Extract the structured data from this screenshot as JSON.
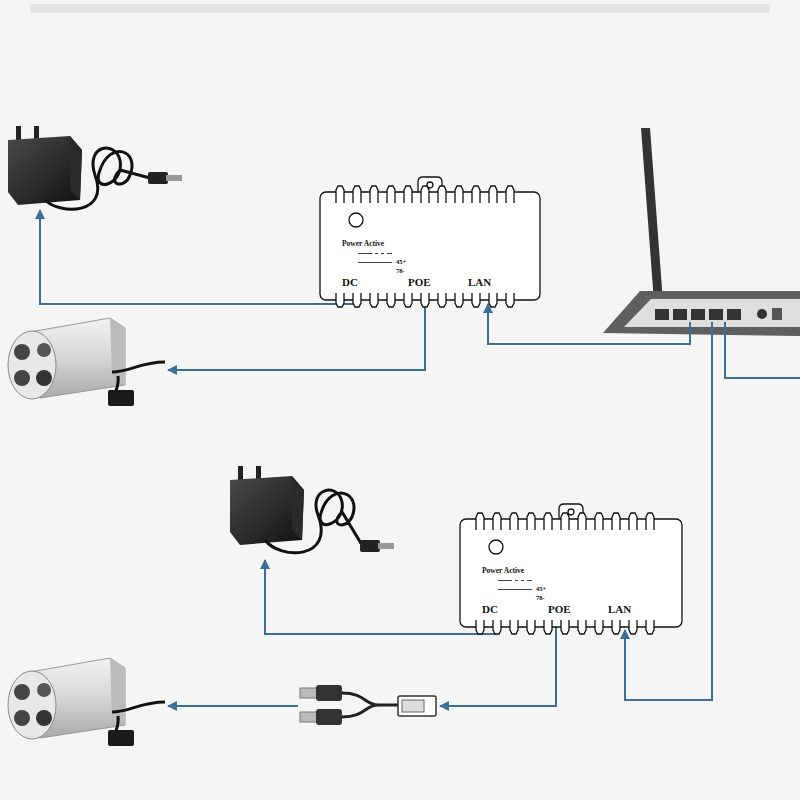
{
  "diagram": {
    "nodes": [
      {
        "text": [
          "Power Active",
          "45+",
          "78-",
          "DC",
          "POE",
          "LAN"
        ]
      },
      {
        "text": [
          "Power Active",
          "45+",
          "78-",
          "DC",
          "POE",
          "LAN"
        ]
      }
    ]
  }
}
